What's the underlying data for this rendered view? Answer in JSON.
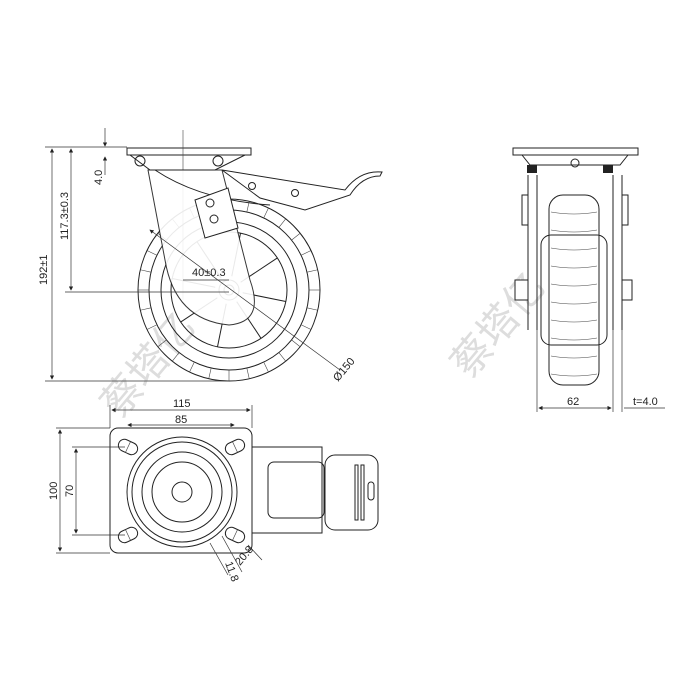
{
  "watermark": "蔡塔亿",
  "front_view": {
    "dim_plate_thickness": "4.0",
    "dim_axle_height": "117.3±0.3",
    "dim_total_height": "192±1",
    "dim_offset": "40±0.3",
    "dim_wheel_diameter": "Ø150"
  },
  "side_view": {
    "dim_wheel_width": "62",
    "dim_thickness": "t=4.0"
  },
  "top_view": {
    "dim_plate_length": "115",
    "dim_hole_spacing_x": "85",
    "dim_plate_width": "100",
    "dim_hole_spacing_y": "70",
    "dim_slot_width": "11.8",
    "dim_slot_length": "20.8"
  }
}
